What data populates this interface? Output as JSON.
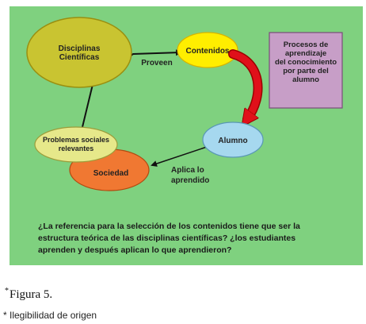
{
  "diagram": {
    "background_color": "#7fd17f",
    "nodes": {
      "disciplinas": {
        "line1": "Disciplinas",
        "line2": "Científicas",
        "fill": "#c9c431"
      },
      "contenidos": {
        "label": "Contenidos",
        "fill": "#ffee00"
      },
      "procesos": {
        "line1": "Procesos de",
        "line2": "aprendizaje",
        "line3": "del conocimiento",
        "line4": "por parte del",
        "line5": "alumno",
        "fill": "#c79ec7"
      },
      "alumno": {
        "label": "Alumno",
        "fill": "#a6d8ef"
      },
      "problemas": {
        "line1": "Problemas sociales",
        "line2": "relevantes",
        "fill": "#e6e88a"
      },
      "sociedad": {
        "label": "Sociedad",
        "fill": "#f07832"
      }
    },
    "edge_labels": {
      "proveen": "Proveen",
      "aplica_line1": "Aplica lo",
      "aplica_line2": "aprendido"
    },
    "question": {
      "line1": "¿La referencia para la selección de los contenidos tiene que ser la",
      "line2": "estructura teórica de las disciplinas científicas? ¿los estudiantes",
      "line3": "aprenden y después aplican lo que aprendieron?"
    }
  },
  "caption": {
    "marker": "*",
    "text": "Figura 5."
  },
  "note": "* Ilegibilidad de origen"
}
